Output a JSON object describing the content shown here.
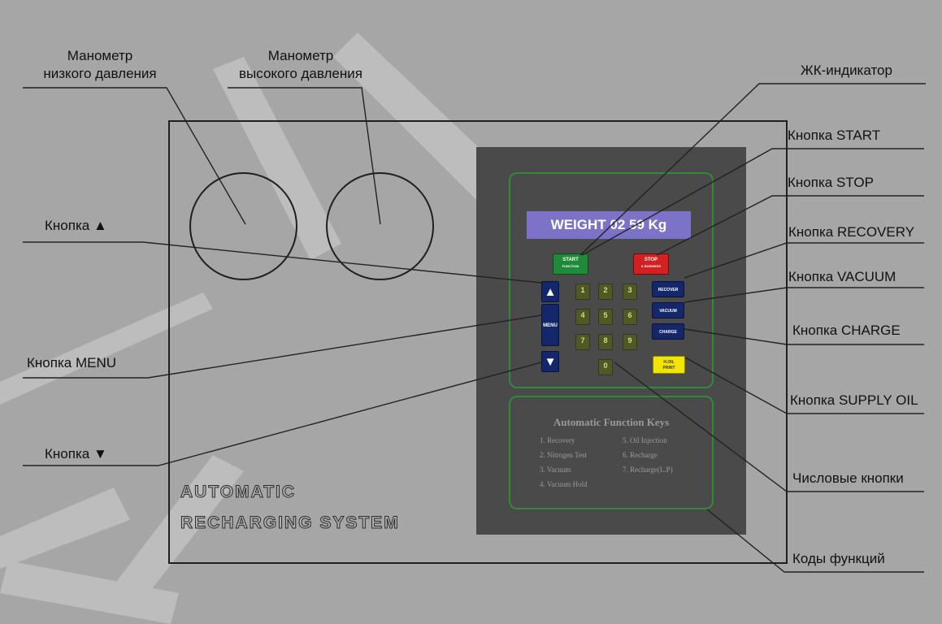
{
  "callouts": {
    "low_gauge": "Манометр\nнизкого давления",
    "high_gauge": "Манометр\nвысокого давления",
    "lcd": "ЖК-индикатор",
    "start": "Кнопка START",
    "stop": "Кнопка STOP",
    "up": "Кнопка ▲",
    "recovery": "Кнопка RECOVERY",
    "vacuum": "Кнопка VACUUM",
    "menu": "Кнопка MENU",
    "charge": "Кнопка CHARGE",
    "supply_oil": "Кнопка SUPPLY OIL",
    "down": "Кнопка ▼",
    "numeric": "Числовые кнопки",
    "codes": "Коды функций"
  },
  "device": {
    "brand_line1": "AUTOMATIC",
    "brand_line2": "RECHARGING SYSTEM",
    "lcd_text": "WEIGHT 02 59 Kg",
    "start_label": "START",
    "start_sub": "FUNCTION",
    "stop_label": "STOP",
    "stop_sub": "& BUSINESS",
    "up_symbol": "▲",
    "menu_label": "MENU",
    "down_symbol": "▼",
    "recover_label": "RECOVER",
    "vacuum_label": "VACUUM",
    "charge_label": "CHARGE",
    "oil_label": "H.OIL",
    "oil_sub": "PRINT",
    "keys": [
      "1",
      "2",
      "3",
      "4",
      "5",
      "6",
      "7",
      "8",
      "9",
      "0"
    ]
  },
  "function_keys": {
    "title": "Automatic Function Keys",
    "items": [
      "1. Recovery",
      "2. Nitrogen Test",
      "3. Vacuum",
      "4. Vacuum Hold",
      "5. Oil Injection",
      "6. Recharge",
      "7. Recharge(L.P)"
    ]
  },
  "colors": {
    "background": "#a6a6a6",
    "panel": "#4a4a4a",
    "lcd": "#7c72c8",
    "start": "#1e8a3a",
    "stop": "#d42020",
    "navy": "#13276a",
    "oil": "#f2e600",
    "green_frame": "#2f8a3a"
  }
}
